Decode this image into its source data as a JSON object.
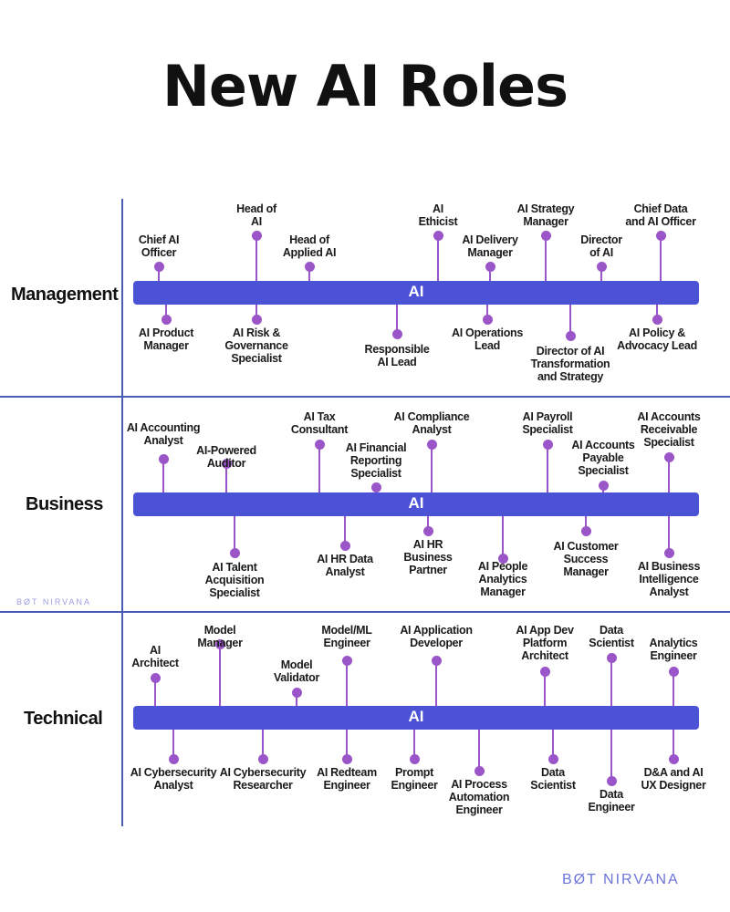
{
  "title": "New AI Roles",
  "bar_label": "AI",
  "brand": "BØT NIRVANA",
  "sections": [
    {
      "name": "Management",
      "above": [
        {
          "lines": [
            "Chief AI",
            "Officer"
          ]
        },
        {
          "lines": [
            "Head of",
            "AI"
          ]
        },
        {
          "lines": [
            "Head of",
            "Applied AI"
          ]
        },
        {
          "lines": [
            "AI",
            "Ethicist"
          ]
        },
        {
          "lines": [
            "AI Delivery",
            "Manager"
          ]
        },
        {
          "lines": [
            "AI Strategy",
            "Manager"
          ]
        },
        {
          "lines": [
            "Director",
            "of AI"
          ]
        },
        {
          "lines": [
            "Chief Data",
            "and AI Officer"
          ]
        }
      ],
      "below": [
        {
          "lines": [
            "AI Product",
            "Manager"
          ]
        },
        {
          "lines": [
            "AI Risk &",
            "Governance",
            "Specialist"
          ]
        },
        {
          "lines": [
            "Responsible",
            "AI Lead"
          ]
        },
        {
          "lines": [
            "AI Operations",
            "Lead"
          ]
        },
        {
          "lines": [
            "Director of AI",
            "Transformation",
            "and Strategy"
          ]
        },
        {
          "lines": [
            "AI Policy &",
            "Advocacy Lead"
          ]
        }
      ]
    },
    {
      "name": "Business",
      "above": [
        {
          "lines": [
            "AI Accounting",
            "Analyst"
          ]
        },
        {
          "lines": [
            "AI-Powered",
            "Auditor"
          ]
        },
        {
          "lines": [
            "AI Tax",
            "Consultant"
          ]
        },
        {
          "lines": [
            "AI Financial",
            "Reporting",
            "Specialist"
          ]
        },
        {
          "lines": [
            "AI Compliance",
            "Analyst"
          ]
        },
        {
          "lines": [
            "AI Payroll",
            "Specialist"
          ]
        },
        {
          "lines": [
            "AI Accounts",
            "Payable",
            "Specialist"
          ]
        },
        {
          "lines": [
            "AI Accounts",
            "Receivable",
            "Specialist"
          ]
        }
      ],
      "below": [
        {
          "lines": [
            "AI Talent",
            "Acquisition",
            "Specialist"
          ]
        },
        {
          "lines": [
            "AI HR Data",
            "Analyst"
          ]
        },
        {
          "lines": [
            "AI HR",
            "Business",
            "Partner"
          ]
        },
        {
          "lines": [
            "AI People",
            "Analytics",
            "Manager"
          ]
        },
        {
          "lines": [
            "AI Customer",
            "Success",
            "Manager"
          ]
        },
        {
          "lines": [
            "AI Business",
            "Intelligence",
            "Analyst"
          ]
        }
      ]
    },
    {
      "name": "Technical",
      "above": [
        {
          "lines": [
            "AI",
            "Architect"
          ]
        },
        {
          "lines": [
            "Model",
            "Manager"
          ]
        },
        {
          "lines": [
            "Model",
            "Validator"
          ]
        },
        {
          "lines": [
            "Model/ML",
            "Engineer"
          ]
        },
        {
          "lines": [
            "AI Application",
            "Developer"
          ]
        },
        {
          "lines": [
            "AI App Dev",
            "Platform",
            "Architect"
          ]
        },
        {
          "lines": [
            "Data",
            "Scientist"
          ]
        },
        {
          "lines": [
            "Analytics",
            "Engineer"
          ]
        }
      ],
      "below": [
        {
          "lines": [
            "AI Cybersecurity",
            "Analyst"
          ]
        },
        {
          "lines": [
            "AI Cybersecurity",
            "Researcher"
          ]
        },
        {
          "lines": [
            "AI Redteam",
            "Engineer"
          ]
        },
        {
          "lines": [
            "Prompt",
            "Engineer"
          ]
        },
        {
          "lines": [
            "AI Process",
            "Automation",
            "Engineer"
          ]
        },
        {
          "lines": [
            "Data",
            "Scientist"
          ]
        },
        {
          "lines": [
            "Data",
            "Engineer"
          ]
        },
        {
          "lines": [
            "D&A and AI",
            "UX Designer"
          ]
        }
      ]
    }
  ]
}
